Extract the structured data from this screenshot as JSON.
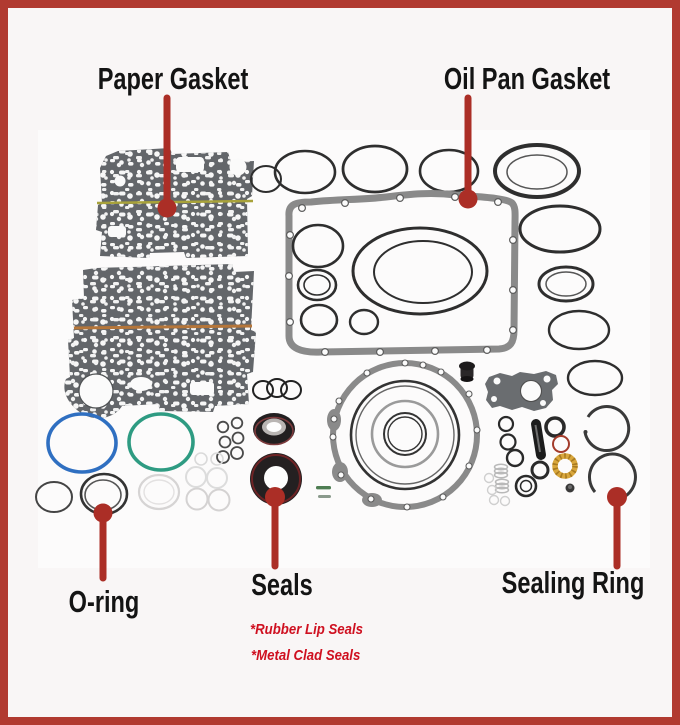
{
  "image_alt": "Automatic transmission overhaul kit with labeled gaskets and seals",
  "annotations": {
    "paper_gasket": "Paper Gasket",
    "oil_pan_gasket": "Oil Pan Gasket",
    "o_ring": "O-ring",
    "seals": "Seals",
    "seals_notes": [
      "*Rubber Lip Seals",
      "*Metal Clad Seals"
    ],
    "sealing_ring": "Sealing Ring"
  },
  "colors": {
    "frame_red": "#b13a30",
    "leader_red": "#ab2e26",
    "note_red": "#cf1020",
    "label_black": "#141414",
    "o_ring_blue": "#2f6fc1",
    "o_ring_teal": "#2e9b82",
    "brass_yellow": "#d9a73c",
    "copper_ring": "#a33b2a",
    "gasket_gray": "#63666a",
    "gasket_line_yellow": "#a8a23a",
    "gasket_line_orange": "#b5763a"
  }
}
